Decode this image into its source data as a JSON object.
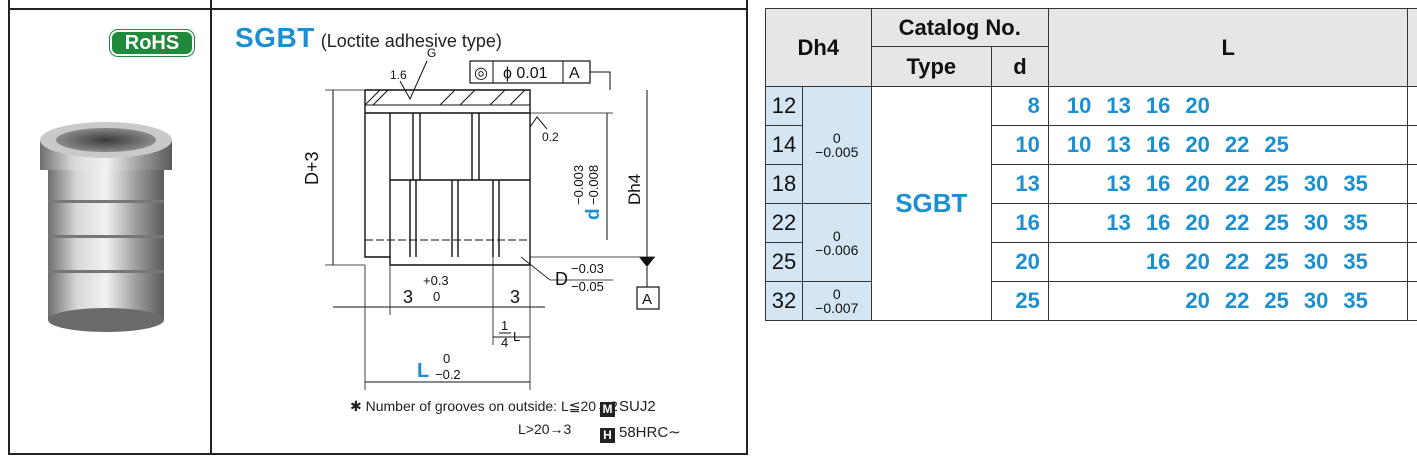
{
  "rohs_badge": "RoHS",
  "product": {
    "code": "SGBT",
    "description": "(Loctite adhesive type)"
  },
  "drawing": {
    "roughness_top": "1.6",
    "groove_label": "G",
    "tolerance_symbol": "◎",
    "tolerance_value": "ϕ 0.01",
    "datum": "A",
    "chamfer": "0.2",
    "dim_d3": "D+3",
    "dim_d_label": "d",
    "dim_d_upper": "−0.003",
    "dim_d_lower": "−0.008",
    "dim_dh4": "Dh4",
    "dim_3a": "3",
    "dim_3a_upper": "+0.3",
    "dim_3a_lower": "0",
    "dim_3b": "3",
    "dim_D": "D",
    "dim_D_upper": "−0.03",
    "dim_D_lower": "−0.05",
    "dim_quarter_L": "L",
    "dim_L": "L",
    "dim_L_upper": "0",
    "dim_L_lower": "−0.2"
  },
  "notes": {
    "line1": "✱ Number of grooves on outside: L≦20→2",
    "line2": "L>20→3"
  },
  "material": {
    "m_icon": "M",
    "m_text": "SUJ2",
    "h_icon": "H",
    "h_text": "58HRC∼"
  },
  "table": {
    "header_dh4": "Dh4",
    "header_catalog": "Catalog No.",
    "header_type": "Type",
    "header_d": "d",
    "header_L": "L",
    "type_value": "SGBT",
    "rows": [
      {
        "dh4": "12",
        "tol_up": "0",
        "tol_low": "−0.005",
        "d": "8",
        "L": [
          "10",
          "13",
          "16",
          "20",
          "",
          "",
          ""
        ]
      },
      {
        "dh4": "14",
        "d": "10",
        "L": [
          "10",
          "13",
          "16",
          "20",
          "22",
          "25",
          ""
        ]
      },
      {
        "dh4": "18",
        "d": "13",
        "L": [
          "",
          "13",
          "16",
          "20",
          "22",
          "25",
          "30",
          "35"
        ]
      },
      {
        "dh4": "22",
        "tol_up": "0",
        "tol_low": "−0.006",
        "d": "16",
        "L": [
          "",
          "13",
          "16",
          "20",
          "22",
          "25",
          "30",
          "35"
        ]
      },
      {
        "dh4": "25",
        "d": "20",
        "L": [
          "",
          "",
          "16",
          "20",
          "22",
          "25",
          "30",
          "35"
        ]
      },
      {
        "dh4": "32",
        "tol_up": "0",
        "tol_low": "−0.007",
        "d": "25",
        "L": [
          "",
          "",
          "",
          "20",
          "22",
          "25",
          "30",
          "35"
        ]
      }
    ]
  }
}
